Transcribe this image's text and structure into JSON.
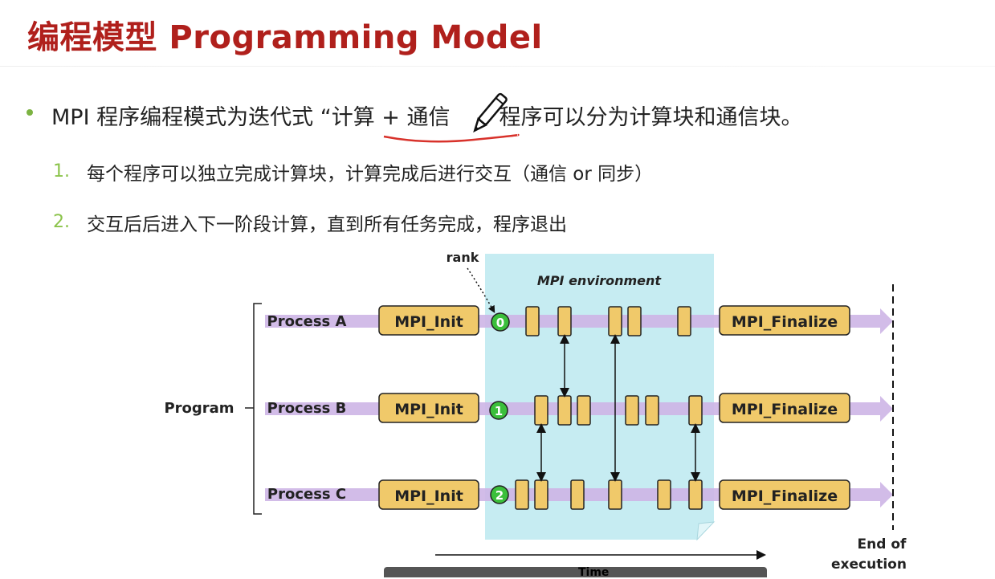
{
  "slide": {
    "title": "编程模型 Programming Model",
    "bullet": {
      "prefix": "MPI 程序编程模式为迭代式 ",
      "quote": "“计算 + 通信",
      "suffix": "，程序可以分为计算块和通信块。"
    },
    "steps": [
      {
        "num": "1.",
        "text": "每个程序可以独立完成计算块，计算完成后进行交互（通信 or 同步）"
      },
      {
        "num": "2.",
        "text": "交互后后进入下一阶段计算，直到所有任务完成，程序退出"
      }
    ]
  },
  "diagram": {
    "rank_label": "rank",
    "env_label": "MPI environment",
    "program_label": "Program",
    "init_label": "MPI_Init",
    "finalize_label": "MPI_Finalize",
    "time_label": "Time",
    "end_label_1": "End of",
    "end_label_2": "execution",
    "processes": [
      {
        "name": "Process A",
        "rank": "0"
      },
      {
        "name": "Process B",
        "rank": "1"
      },
      {
        "name": "Process C",
        "rank": "2"
      }
    ]
  },
  "colors": {
    "title": "#b0201c",
    "bullet": "#7cb342",
    "arrow": "#cdb5e6",
    "block_fill": "#f0c96a",
    "block_stroke": "#333333",
    "env_fill": "#c6ecf2",
    "rank_fill": "#3bbf3b",
    "pen_underline": "#d8322b"
  }
}
